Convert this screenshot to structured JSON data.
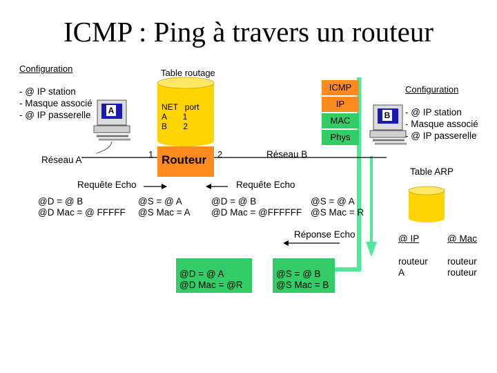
{
  "title": "ICMP : Ping à travers  un routeur",
  "left_station": {
    "config_label": "Configuration",
    "config_lines": [
      "- @ IP station",
      "- Masque associé",
      "- @ IP passerelle"
    ],
    "computer_label": "A",
    "network_label": "Réseau A"
  },
  "router": {
    "table_label": "Table routage",
    "table_header": "NET   port",
    "table_rows": [
      "A       1",
      "B       2"
    ],
    "label": "Routeur",
    "port_left": "1",
    "port_right": "2"
  },
  "protocol_stack": [
    "ICMP",
    "IP",
    "MAC",
    "Phys"
  ],
  "right_station": {
    "config_label": "Configuration",
    "computer_label": "B",
    "config_lines": [
      "- @ IP station",
      "- Masque associé",
      "- @ IP passerelle"
    ],
    "network_label": "Réseau B"
  },
  "arp": {
    "label": "Table ARP",
    "col_ip": "@ IP",
    "col_mac": "@ Mac",
    "ip_value": [
      "routeur",
      "A"
    ],
    "mac_value": [
      "routeur",
      "routeur"
    ]
  },
  "request1": {
    "label": "Requête Echo",
    "dst": "@D = @ B",
    "src": "@S = @ A",
    "dst_mac": "@D Mac = @ FFFFF",
    "src_mac": "@S Mac = A"
  },
  "request2": {
    "label": "Requête Echo",
    "dst": "@D = @ B",
    "src": "@S = @ A",
    "dst_mac": "@D Mac = @FFFFFF",
    "src_mac": "@S Mac = R"
  },
  "reply": {
    "label": "Réponse Echo",
    "dst": "@D = @ A",
    "src": "@S = @ B",
    "dst_mac": "@D Mac = @R",
    "src_mac": "@S Mac = B"
  },
  "colors": {
    "router_yellow": "#ffd400",
    "router_orange": "#ff8a1e",
    "stack_orange": "#ff8a1e",
    "stack_green": "#33cc66",
    "path_green": "#4ee89a",
    "label_green": "#33cc66",
    "arp_yellow": "#ffd400",
    "computer_blue": "#1a1ab0"
  }
}
